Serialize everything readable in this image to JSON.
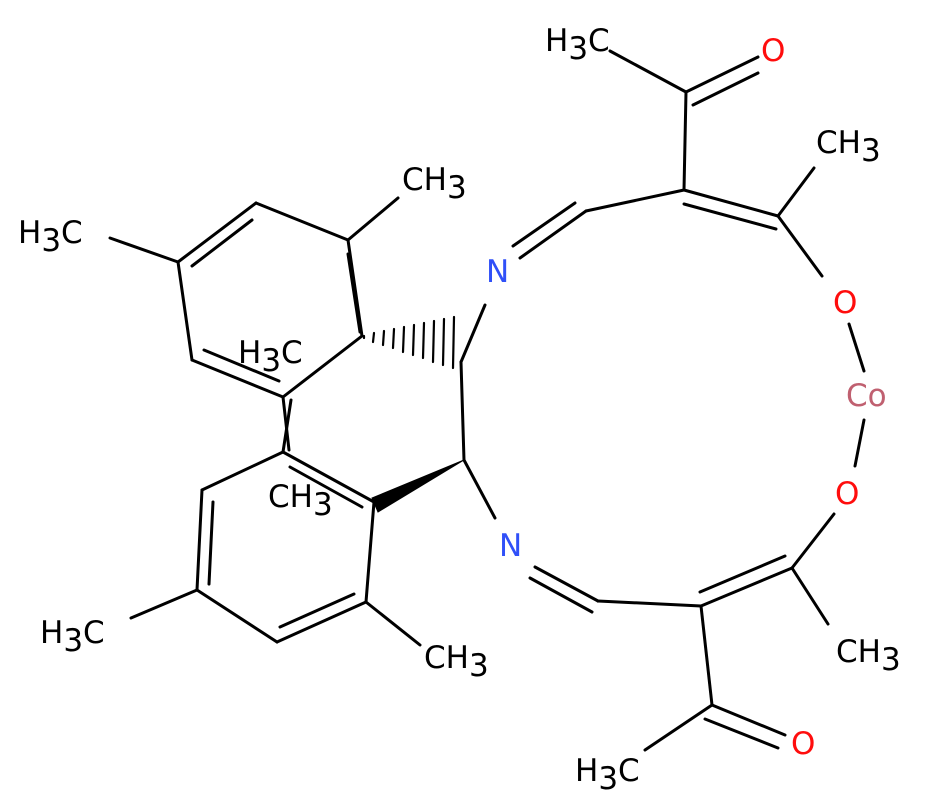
{
  "atoms": {
    "N1": "N",
    "N2": "N",
    "O1": "O",
    "O2": "O",
    "O3": "O",
    "O4": "O",
    "Co": "Co"
  },
  "methyl": {
    "prefix": "H",
    "sub": "3",
    "suffix": "C",
    "trailing_main": "CH",
    "trailing_sub": "3"
  },
  "colors": {
    "nitrogen": "#3050f8",
    "oxygen": "#ff0d0d",
    "cobalt": "#c06070",
    "bond": "#000000"
  }
}
